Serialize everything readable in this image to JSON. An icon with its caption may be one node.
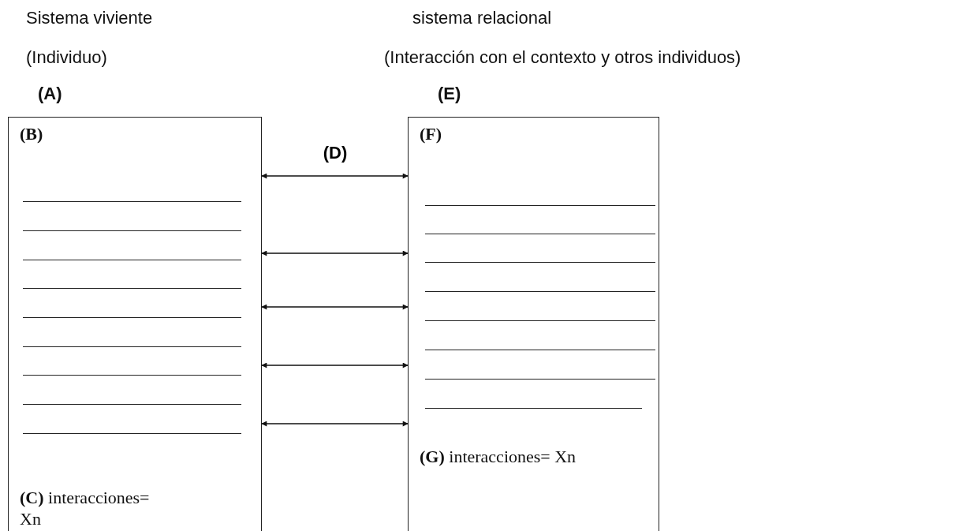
{
  "diagram": {
    "nodes": [
      {
        "text": [
          "(B)",
          "**(C)** interacciones= Xn"
        ]
      },
      {
        "text": [
          "(F)",
          "**(G)** interacciones= Xn"
        ]
      }
    ],
    "edges": [
      {
        "from": 0,
        "to": 1,
        "arrow": "both",
        "label": "(D)"
      },
      {
        "from": 0,
        "to": 1,
        "arrow": "both"
      },
      {
        "from": 0,
        "to": 1,
        "arrow": "both"
      },
      {
        "from": 0,
        "to": 1,
        "arrow": "both"
      },
      {
        "from": 0,
        "to": 1,
        "arrow": "both"
      }
    ],
    "labels": [
      "Sistema viviente",
      "sistema relacional",
      "(Individuo)",
      "(Interacción con el contexto y otros individuos)",
      "(A)",
      "(E)"
    ]
  }
}
